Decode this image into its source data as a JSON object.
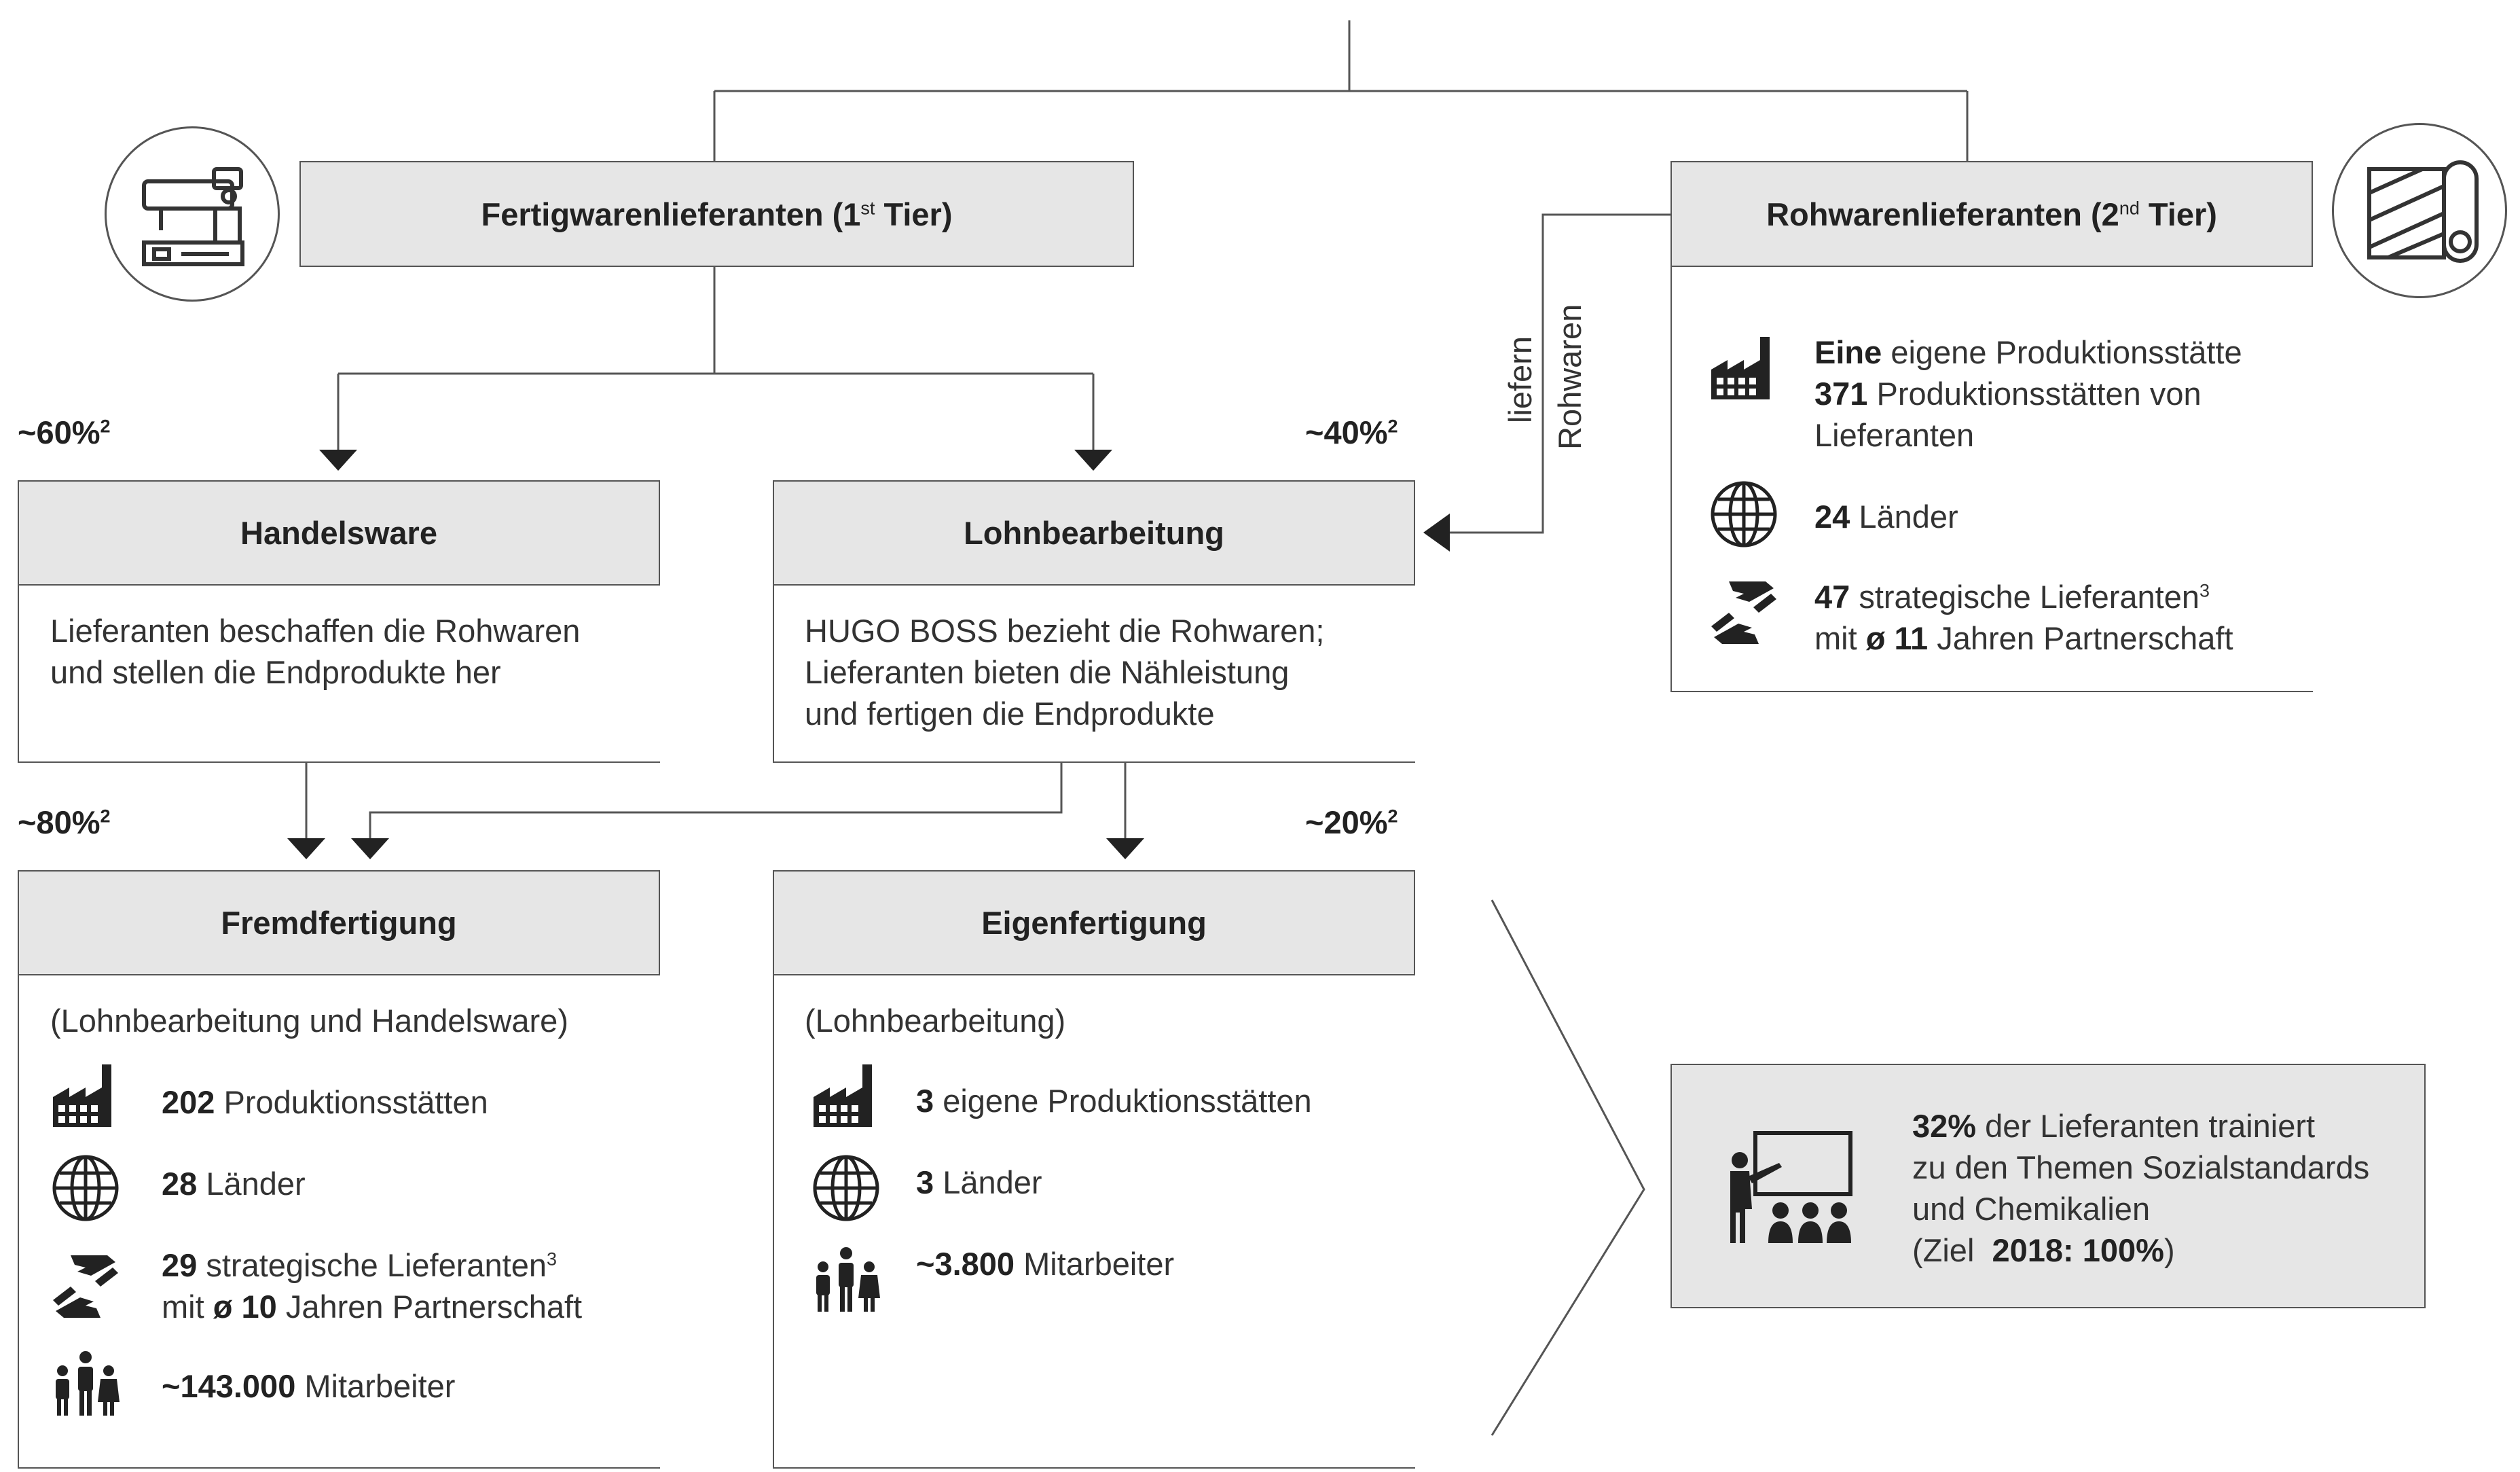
{
  "tier1": {
    "title_main": "Fertigwarenlieferanten (1",
    "title_sup": "st",
    "title_end": " Tier)"
  },
  "tier2": {
    "title_main": "Rohwarenlieferanten (2",
    "title_sup": "nd",
    "title_end": " Tier)",
    "stat1_bold": "Eine",
    "stat1_text": " eigene Produktionsstätte",
    "stat2_bold": "371",
    "stat2_text": " Produktionsstätten von",
    "stat2_line2": "Lieferanten",
    "stat3_bold": "24",
    "stat3_text": " Länder",
    "stat4_bold": "47",
    "stat4_text": " strategische Lieferanten",
    "stat4_sup": "3",
    "stat4_line2_a": "mit ",
    "stat4_line2_bold": "ø 11",
    "stat4_line2_b": " Jahren Partnerschaft"
  },
  "arrow_label": {
    "line1": "liefern",
    "line2": "Rohwaren"
  },
  "pct": {
    "handel": "~60%",
    "lohn": "~40%",
    "fremd": "~80%",
    "eigen": "~20%",
    "sup": "2"
  },
  "handelsware": {
    "title": "Handelsware",
    "line1": "Lieferanten beschaffen die Rohwaren",
    "line2": "und stellen die Endprodukte her"
  },
  "lohnbearbeitung": {
    "title": "Lohnbearbeitung",
    "line1": "HUGO BOSS bezieht die Rohwaren;",
    "line2": "Lieferanten bieten die Nähleistung",
    "line3": "und fertigen die Endprodukte"
  },
  "fremdfertigung": {
    "title": "Fremdfertigung",
    "subtitle": "(Lohnbearbeitung und Handelsware)",
    "stat1_bold": "202",
    "stat1_text": " Produktionsstätten",
    "stat2_bold": "28",
    "stat2_text": " Länder",
    "stat3_bold": "29",
    "stat3_text": " strategische Lieferanten",
    "stat3_sup": "3",
    "stat3_line2_a": "mit ",
    "stat3_line2_bold": "ø 10",
    "stat3_line2_b": " Jahren Partnerschaft",
    "stat4_bold": "~143.000",
    "stat4_text": " Mitarbeiter"
  },
  "eigenfertigung": {
    "title": "Eigenfertigung",
    "subtitle": "(Lohnbearbeitung)",
    "stat1_bold": "3",
    "stat1_text": " eigene Produktionsstätten",
    "stat2_bold": "3",
    "stat2_text": " Länder",
    "stat3_bold": "~3.800",
    "stat3_text": " Mitarbeiter"
  },
  "training": {
    "line1_bold": "32%",
    "line1_text": " der Lieferanten trainiert",
    "line2": "zu den Themen Sozialstandards",
    "line3": "und Chemikalien",
    "line4_a": "(Ziel  ",
    "line4_bold": "2018: 100%",
    "line4_b": ")"
  },
  "icons": {
    "sewing": "sewing-machine-icon",
    "fabric": "fabric-roll-icon",
    "factory": "factory-icon",
    "globe": "globe-icon",
    "hands": "handshake-icon",
    "people": "people-icon",
    "training": "training-icon"
  },
  "colors": {
    "header_fill": "#e6e6e6",
    "line": "#555555",
    "text": "#222222"
  }
}
